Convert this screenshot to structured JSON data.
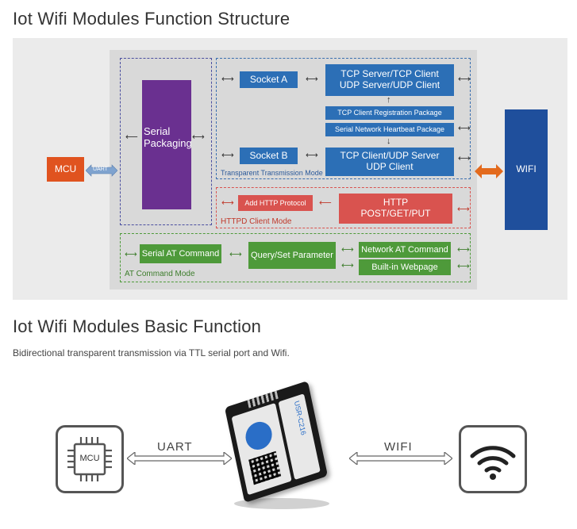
{
  "section1": {
    "title": "Iot Wifi Modules Function Structure"
  },
  "diagram": {
    "mcu": "MCU",
    "uart_tag": "UART",
    "serial_packaging": [
      "Serial",
      "Packaging"
    ],
    "wifi": "WIFI",
    "transparent": {
      "socket_a": "Socket A",
      "socket_b": "Socket B",
      "tcp_server_a": [
        "TCP Server/TCP Client",
        "UDP Server/UDP Client"
      ],
      "tcp_client_reg": "TCP Client Registration Package",
      "heartbeat": "Serial Network Heartbeat Package",
      "tcp_client_b": [
        "TCP Client/UDP Server",
        "UDP Client"
      ],
      "mode_label": "Transparent Transmission Mode"
    },
    "httpd": {
      "add_http": "Add HTTP Protocol",
      "http_methods": [
        "HTTP",
        "POST/GET/PUT"
      ],
      "mode_label": "HTTPD Client Mode"
    },
    "at": {
      "serial_at": "Serial AT Command",
      "query_set": "Query/Set Parameter",
      "network_at": "Network AT Command",
      "webpage": "Built-in Webpage",
      "mode_label": "AT Command Mode"
    },
    "colors": {
      "blue": "#2c6fb6",
      "red": "#d9534f",
      "green": "#4e9a3a",
      "purple": "#6a3090",
      "mcu_orange": "#e0531f",
      "wifi_blue": "#1f4f9c",
      "orange_arrow": "#e36a1d"
    }
  },
  "section2": {
    "title": "Iot Wifi Modules Basic Function",
    "description": "Bidirectional transparent transmission via TTL serial port and Wifi.",
    "mcu_chip": "MCU",
    "uart_label": "UART",
    "wifi_label": "WIFI",
    "module_label": "USR-C216",
    "icons": [
      "chip-icon",
      "wifi-icon"
    ]
  }
}
